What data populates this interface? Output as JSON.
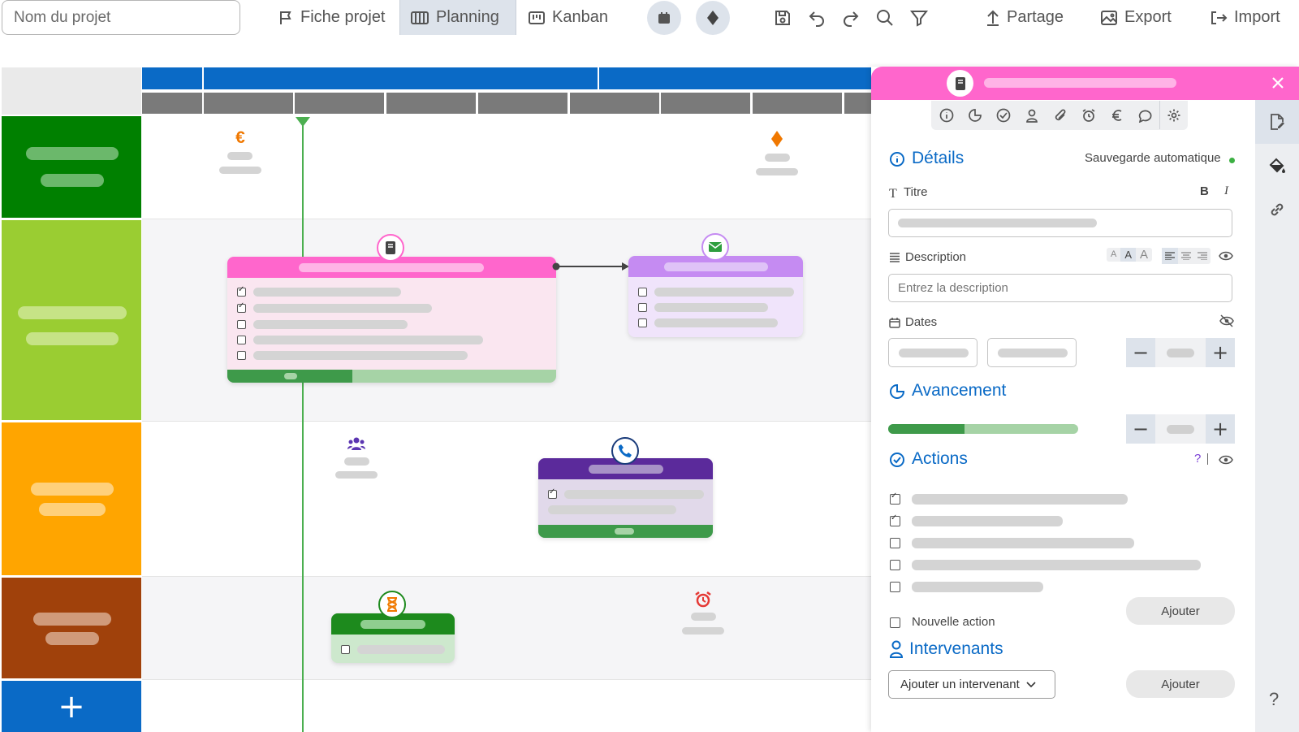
{
  "toolbar": {
    "project_placeholder": "Nom du projet",
    "views": [
      {
        "label": "Fiche projet",
        "icon": "flag-icon"
      },
      {
        "label": "Planning",
        "icon": "columns-icon",
        "active": true
      },
      {
        "label": "Kanban",
        "icon": "kanban-icon"
      }
    ],
    "share_label": "Partage",
    "export_label": "Export",
    "import_label": "Import"
  },
  "add_lane_symbol": "+",
  "milestone_glyphs": {
    "euro": "€",
    "diamond": "◆"
  },
  "panel": {
    "details_title": "Détails",
    "autosave_label": "Sauvegarde automatique",
    "title_label": "Titre",
    "bold_label": "B",
    "italic_label": "I",
    "description_label": "Description",
    "description_placeholder": "Entrez la description",
    "text_sizes": [
      "A",
      "A",
      "A"
    ],
    "dates_label": "Dates",
    "progress_title": "Avancement",
    "progress_fraction": 0.4,
    "actions_title": "Actions",
    "help_symbol": "?",
    "actions": [
      {
        "checked": true
      },
      {
        "checked": true
      },
      {
        "checked": false
      },
      {
        "checked": false
      },
      {
        "checked": false
      }
    ],
    "new_action_label": "Nouvelle action",
    "add_button_label": "Ajouter",
    "stakeholders_title": "Intervenants",
    "stakeholder_select": "Ajouter un intervenant",
    "stakeholder_add_label": "Ajouter",
    "help_button": "?",
    "stepper_minus": "−",
    "stepper_plus": "+"
  },
  "colors": {
    "accent_blue": "#0a6ac6",
    "lane_green": "#008000",
    "lane_lime": "#9acd32",
    "lane_orange": "#ffa500",
    "lane_brown": "#a0410b",
    "pink": "#ff66cc",
    "purple": "#5b2a9b",
    "lilac": "#c58bf2"
  }
}
